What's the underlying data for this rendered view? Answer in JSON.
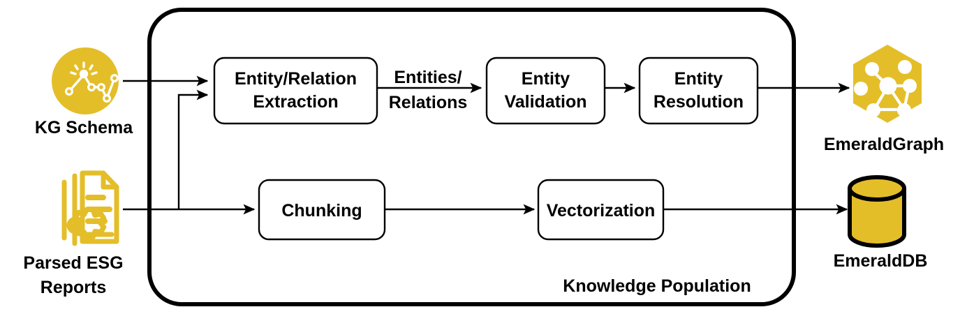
{
  "diagram": {
    "title": "Knowledge Population",
    "accent_color": "#E4BE29",
    "line_color": "#000000",
    "background": "#FFFFFF",
    "group": {
      "label": "Knowledge Population",
      "name": "knowledge-population-container"
    },
    "inputs": [
      {
        "id": "kg-schema",
        "label": "KG Schema",
        "icon": "knowledge-graph-schema-icon"
      },
      {
        "id": "esg-reports",
        "label": "Parsed ESG Reports",
        "label_line1": "Parsed ESG",
        "label_line2": "Reports",
        "icon": "parsed-document-gear-icon"
      }
    ],
    "outputs": [
      {
        "id": "emeraldgraph",
        "label": "EmeraldGraph",
        "icon": "hexagon-graph-icon"
      },
      {
        "id": "emeralddb",
        "label": "EmeraldDB",
        "icon": "database-cylinder-icon"
      }
    ],
    "processes": [
      {
        "id": "entity-relation-extraction",
        "line1": "Entity/Relation",
        "line2": "Extraction",
        "label": "Entity/Relation Extraction"
      },
      {
        "id": "entity-validation",
        "line1": "Entity",
        "line2": "Validation",
        "label": "Entity Validation"
      },
      {
        "id": "entity-resolution",
        "line1": "Entity",
        "line2": "Resolution",
        "label": "Entity Resolution"
      },
      {
        "id": "chunking",
        "line1": "Chunking",
        "line2": "",
        "label": "Chunking"
      },
      {
        "id": "vectorization",
        "line1": "Vectorization",
        "line2": "",
        "label": "Vectorization"
      }
    ],
    "edge_labels": [
      {
        "id": "entities-relations",
        "line1": "Entities/",
        "line2": "Relations",
        "label": "Entities/ Relations"
      }
    ]
  }
}
